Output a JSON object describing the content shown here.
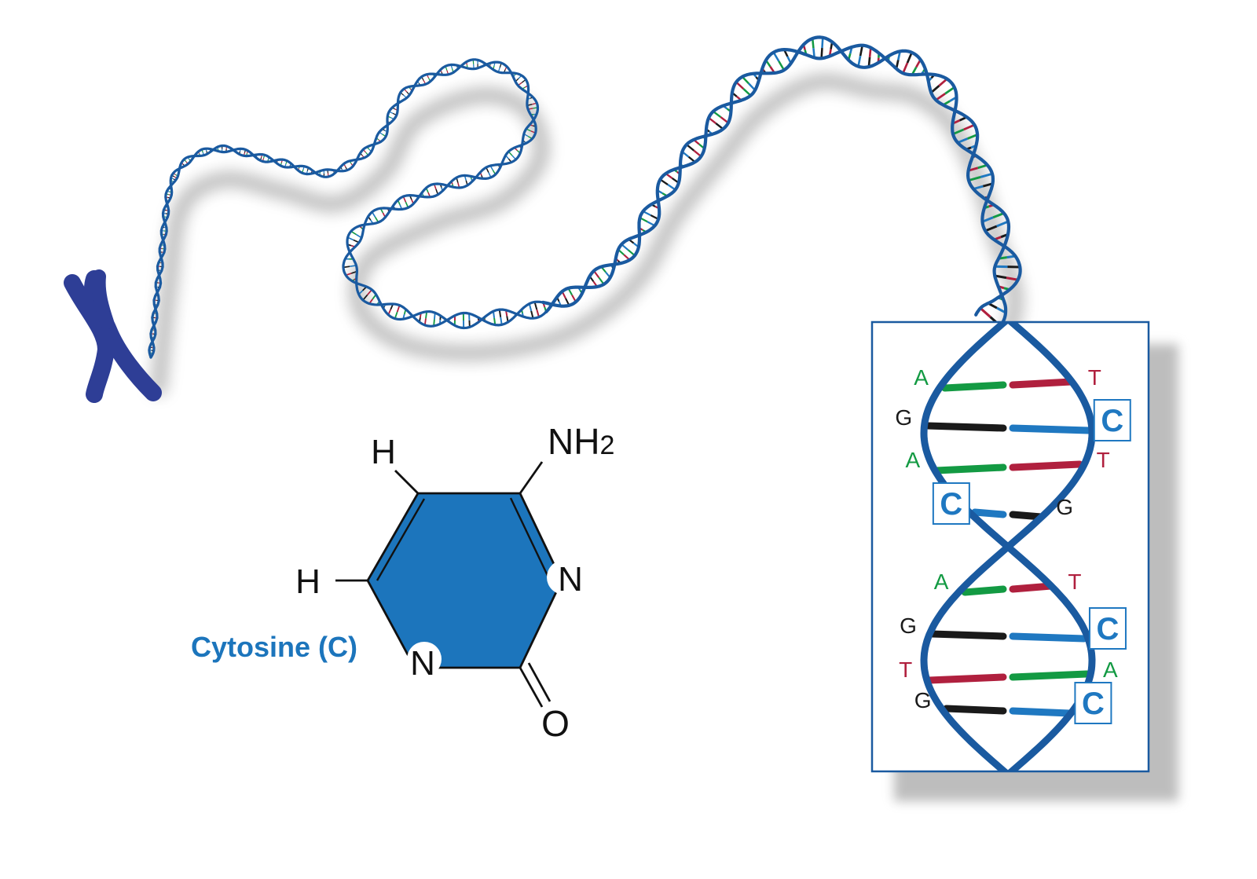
{
  "title": "Cytosine (C)",
  "molecule": {
    "name": "Cytosine (C)",
    "atoms": {
      "h_top": "H",
      "h_left": "H",
      "nh2_main": "NH",
      "nh2_sub": "2",
      "n_ring_right": "N",
      "n_ring_bottom": "N",
      "o": "O"
    },
    "ring_color": "#1c75bc"
  },
  "helix_detail": {
    "pairs": [
      {
        "left": "A",
        "right": "T"
      },
      {
        "left": "G",
        "right": "C",
        "boxed": "right"
      },
      {
        "left": "A",
        "right": "T"
      },
      {
        "left": "C",
        "right": "G",
        "boxed": "left"
      },
      {
        "left": "A",
        "right": "T"
      },
      {
        "left": "G",
        "right": "C",
        "boxed": "right"
      },
      {
        "left": "T",
        "right": "A"
      },
      {
        "left": "G",
        "right": "C",
        "boxed": "right"
      }
    ]
  },
  "colors": {
    "strand": "#1a5aa0",
    "chromosome": "#2e3e96",
    "A": "#139a43",
    "T": "#b0203e",
    "G": "#1a1a1a",
    "C": "#1f78c1",
    "frame": "#1a5aa0"
  },
  "icons": {
    "chromosome": "chromosome-icon",
    "helix": "dna-helix-icon"
  }
}
